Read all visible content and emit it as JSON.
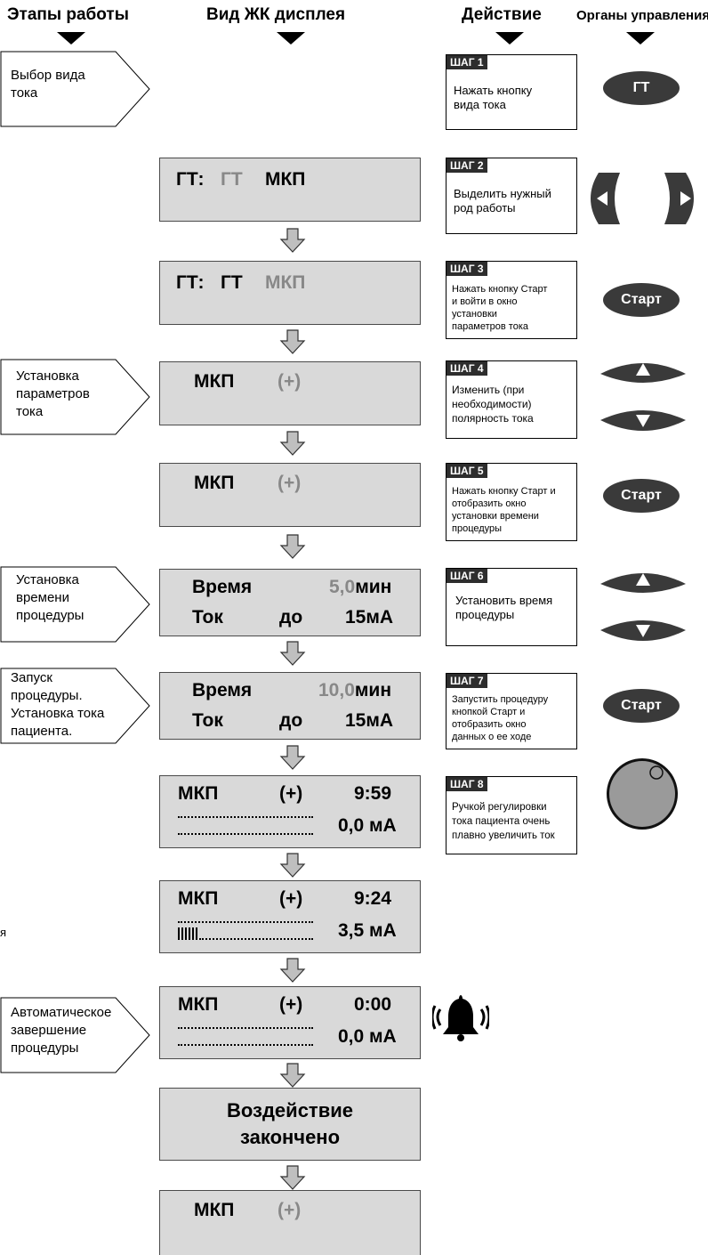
{
  "headers": {
    "stages": "Этапы работы",
    "lcd": "Вид ЖК дисплея",
    "action": "Действие",
    "controls": "Органы управления"
  },
  "stages": [
    {
      "lines": [
        "Выбор вида",
        "тока"
      ]
    },
    {
      "lines": [
        "Установка",
        "параметров",
        "тока"
      ]
    },
    {
      "lines": [
        "Установка",
        "времени",
        "процедуры"
      ]
    },
    {
      "lines": [
        "Запуск",
        "процедуры.",
        "Установка тока",
        "пациента."
      ]
    },
    {
      "lines": [
        "Автоматическое",
        "завершение",
        "процедуры"
      ]
    }
  ],
  "stray_mark": "я",
  "lcd": {
    "d1": {
      "a": "ГТ:",
      "b": "ГТ",
      "c": "МКП"
    },
    "d2": {
      "a": "ГТ:",
      "b": "ГТ",
      "c": "МКП"
    },
    "d3": {
      "mode": "МКП",
      "pol": "(+)"
    },
    "d4": {
      "mode": "МКП",
      "pol": "(+)"
    },
    "d5": {
      "l1a": "Время",
      "l1b": "5,0",
      "l1c": "мин",
      "l2a": "Ток",
      "l2b": "до",
      "l2c": "15мА"
    },
    "d6": {
      "l1a": "Время",
      "l1b": "10,0",
      "l1c": "мин",
      "l2a": "Ток",
      "l2b": "до",
      "l2c": "15мА"
    },
    "d7": {
      "mode": "МКП",
      "pol": "(+)",
      "time": "9:59",
      "cur": "0,0 мА"
    },
    "d8": {
      "mode": "МКП",
      "pol": "(+)",
      "time": "9:24",
      "cur": "3,5 мА"
    },
    "d9": {
      "mode": "МКП",
      "pol": "(+)",
      "time": "0:00",
      "cur": "0,0 мА"
    },
    "d10": {
      "l1": "Воздействие",
      "l2": "закончено"
    },
    "d11": {
      "mode": "МКП",
      "pol": "(+)"
    }
  },
  "steps": [
    {
      "label": "ШАГ 1",
      "lines": [
        "Нажать кнопку",
        "вида тока"
      ]
    },
    {
      "label": "ШАГ 2",
      "lines": [
        "Выделить нужный",
        "род работы"
      ]
    },
    {
      "label": "ШАГ 3",
      "lines": [
        "Нажать кнопку Старт",
        "и войти в окно",
        "установки",
        "параметров тока"
      ]
    },
    {
      "label": "ШАГ 4",
      "lines": [
        "Изменить (при",
        "необходимости)",
        "полярность тока"
      ]
    },
    {
      "label": "ШАГ 5",
      "lines": [
        "Нажать кнопку Старт и",
        "отобразить окно",
        "установки времени",
        "процедуры"
      ]
    },
    {
      "label": "ШАГ 6",
      "lines": [
        "Установить время",
        "процедуры"
      ]
    },
    {
      "label": "ШАГ 7",
      "lines": [
        "Запустить процедуру",
        "кнопкой Старт и",
        "отобразить  окно",
        "данных о ее ходе"
      ]
    },
    {
      "label": "ШАГ 8",
      "lines": [
        "Ручкой регулировки",
        "тока пациента очень",
        "плавно увеличить ток"
      ]
    }
  ],
  "controls": {
    "gt": "ГТ",
    "start": "Старт"
  },
  "icons": [
    "left-arrow-icon",
    "right-arrow-icon",
    "up-arrow-icon",
    "down-arrow-icon",
    "knob-icon",
    "bell-icon"
  ],
  "colors": {
    "lcd_bg": "#d9d9d9",
    "button": "#3a3a3a",
    "arrow": "#bfbfbf"
  }
}
